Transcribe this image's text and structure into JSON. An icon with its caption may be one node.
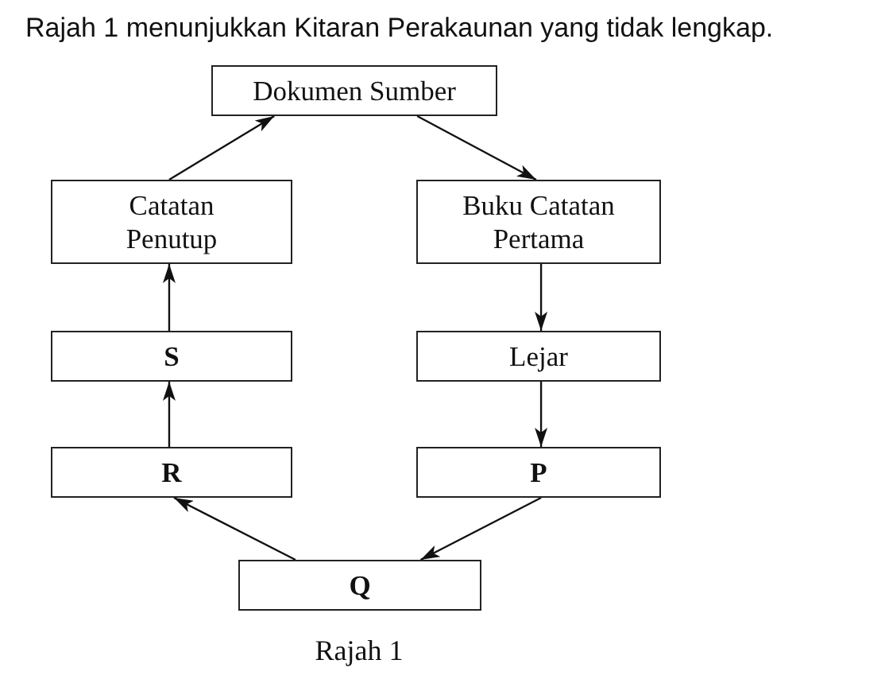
{
  "diagram": {
    "title": "Rajah 1 menunjukkan Kitaran Perakaunan yang tidak lengkap.",
    "caption": "Rajah 1",
    "nodes": [
      {
        "text": [
          "Dokumen Sumber"
        ]
      },
      {
        "text": [
          "Catatan Penutup"
        ]
      },
      {
        "text": [
          "Buku Catatan Pertama"
        ]
      },
      {
        "text": [
          "S"
        ]
      },
      {
        "text": [
          "Lejar"
        ]
      },
      {
        "text": [
          "R"
        ]
      },
      {
        "text": [
          "P"
        ]
      },
      {
        "text": [
          "Q"
        ]
      }
    ],
    "edges": [
      {
        "from": 0,
        "to": 2,
        "arrow": "to"
      },
      {
        "from": 2,
        "to": 4,
        "arrow": "to"
      },
      {
        "from": 4,
        "to": 6,
        "arrow": "to"
      },
      {
        "from": 6,
        "to": 7,
        "arrow": "to"
      },
      {
        "from": 7,
        "to": 5,
        "arrow": "to"
      },
      {
        "from": 5,
        "to": 3,
        "arrow": "to"
      },
      {
        "from": 3,
        "to": 1,
        "arrow": "to"
      },
      {
        "from": 1,
        "to": 0,
        "arrow": "to"
      }
    ]
  }
}
